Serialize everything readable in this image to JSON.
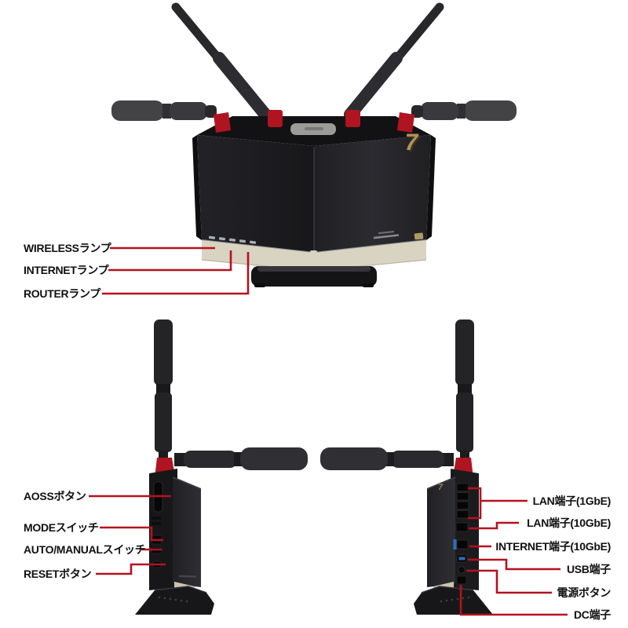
{
  "colors": {
    "accent_red": "#b5121f",
    "body_black": "#1c1c1f",
    "base_cream": "#d9d3c2",
    "gold": "#b29257",
    "antenna_gray": "#434346",
    "port_blue": "#2b6fbd",
    "background": "#ffffff"
  },
  "front_view": {
    "seven_logo": "7",
    "labels": {
      "wireless": "WIRELESSランプ",
      "internet": "INTERNETランプ",
      "router": "ROUTERランプ"
    }
  },
  "left_side_view": {
    "labels": {
      "aoss": "AOSSボタン",
      "mode": "MODEスイッチ",
      "auto_manual": "AUTO/MANUALスイッチ",
      "reset": "RESETボタン"
    }
  },
  "right_side_view": {
    "seven_logo": "7",
    "labels": {
      "lan_1gbe": "LAN端子(1GbE)",
      "lan_10gbe": "LAN端子(10GbE)",
      "internet_10gbe": "INTERNET端子(10GbE)",
      "usb": "USB端子",
      "power": "電源ボタン",
      "dc": "DC端子"
    }
  }
}
